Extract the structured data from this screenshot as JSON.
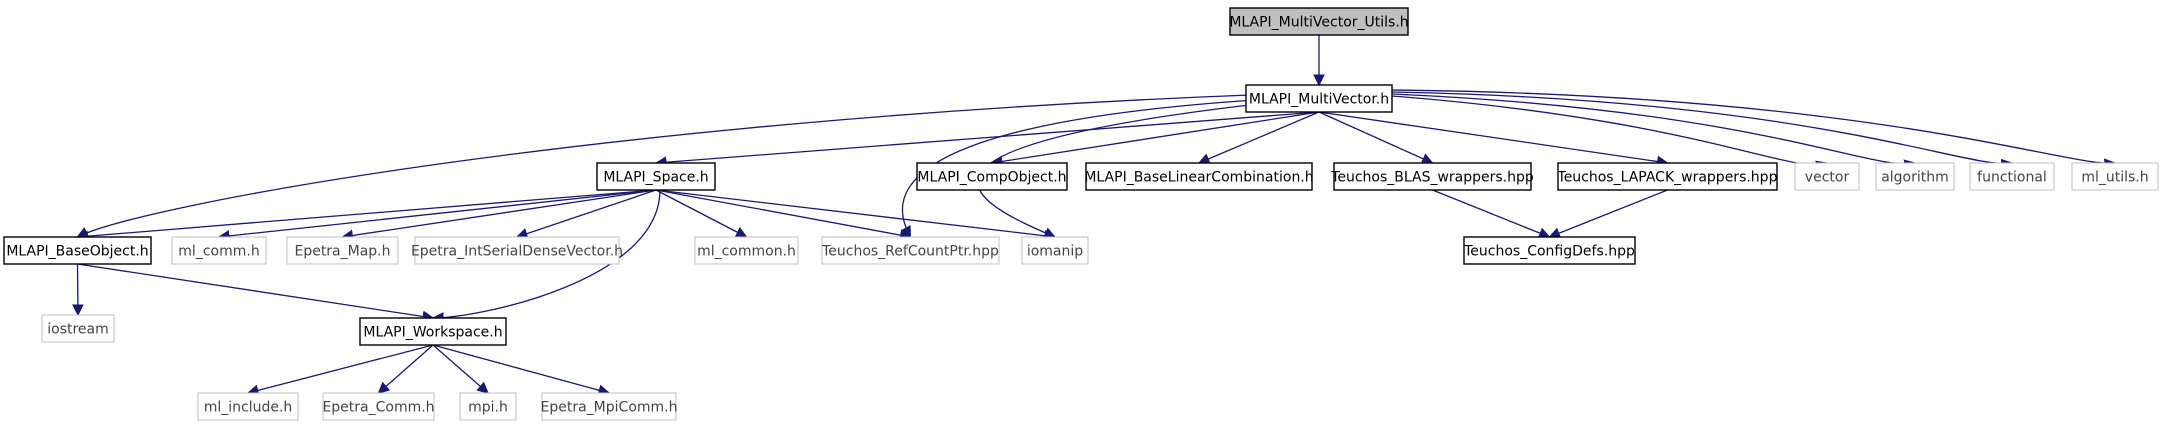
{
  "diagram": {
    "type": "include-dependency-graph",
    "colors": {
      "edge": "#191970",
      "root_fill": "#bfbfbf",
      "documented_border": "#000000",
      "external_border": "#bfbfbf",
      "text_documented": "#000000",
      "text_external": "#444444"
    },
    "nodes": [
      {
        "id": "root",
        "label": "MLAPI_MultiVector_Utils.h",
        "kind": "root"
      },
      {
        "id": "multivector",
        "label": "MLAPI_MultiVector.h",
        "kind": "documented"
      },
      {
        "id": "space",
        "label": "MLAPI_Space.h",
        "kind": "documented"
      },
      {
        "id": "compobject",
        "label": "MLAPI_CompObject.h",
        "kind": "documented"
      },
      {
        "id": "baselincomb",
        "label": "MLAPI_BaseLinearCombination.h",
        "kind": "documented"
      },
      {
        "id": "blaswrap",
        "label": "Teuchos_BLAS_wrappers.hpp",
        "kind": "documented"
      },
      {
        "id": "lapackwrap",
        "label": "Teuchos_LAPACK_wrappers.hpp",
        "kind": "documented"
      },
      {
        "id": "vector",
        "label": "vector",
        "kind": "external"
      },
      {
        "id": "algorithm",
        "label": "algorithm",
        "kind": "external"
      },
      {
        "id": "functional",
        "label": "functional",
        "kind": "external"
      },
      {
        "id": "ml_utils",
        "label": "ml_utils.h",
        "kind": "external"
      },
      {
        "id": "baseobject",
        "label": "MLAPI_BaseObject.h",
        "kind": "documented"
      },
      {
        "id": "ml_comm",
        "label": "ml_comm.h",
        "kind": "external"
      },
      {
        "id": "epetra_map",
        "label": "Epetra_Map.h",
        "kind": "external"
      },
      {
        "id": "epetra_isdv",
        "label": "Epetra_IntSerialDenseVector.h",
        "kind": "external"
      },
      {
        "id": "ml_common",
        "label": "ml_common.h",
        "kind": "external"
      },
      {
        "id": "rcp",
        "label": "Teuchos_RefCountPtr.hpp",
        "kind": "external"
      },
      {
        "id": "iomanip",
        "label": "iomanip",
        "kind": "external"
      },
      {
        "id": "configdefs",
        "label": "Teuchos_ConfigDefs.hpp",
        "kind": "documented"
      },
      {
        "id": "iostream",
        "label": "iostream",
        "kind": "external"
      },
      {
        "id": "workspace",
        "label": "MLAPI_Workspace.h",
        "kind": "documented"
      },
      {
        "id": "ml_include",
        "label": "ml_include.h",
        "kind": "external"
      },
      {
        "id": "epetra_comm",
        "label": "Epetra_Comm.h",
        "kind": "external"
      },
      {
        "id": "mpi",
        "label": "mpi.h",
        "kind": "external"
      },
      {
        "id": "epetra_mpicomm",
        "label": "Epetra_MpiComm.h",
        "kind": "external"
      }
    ],
    "edges": [
      [
        "root",
        "multivector"
      ],
      [
        "multivector",
        "baseobject"
      ],
      [
        "multivector",
        "space"
      ],
      [
        "multivector",
        "rcp"
      ],
      [
        "multivector",
        "iomanip"
      ],
      [
        "multivector",
        "compobject"
      ],
      [
        "multivector",
        "baselincomb"
      ],
      [
        "multivector",
        "blaswrap"
      ],
      [
        "multivector",
        "lapackwrap"
      ],
      [
        "multivector",
        "vector"
      ],
      [
        "multivector",
        "algorithm"
      ],
      [
        "multivector",
        "functional"
      ],
      [
        "multivector",
        "ml_utils"
      ],
      [
        "space",
        "baseobject"
      ],
      [
        "space",
        "ml_comm"
      ],
      [
        "space",
        "epetra_map"
      ],
      [
        "space",
        "epetra_isdv"
      ],
      [
        "space",
        "ml_common"
      ],
      [
        "space",
        "rcp"
      ],
      [
        "space",
        "iomanip"
      ],
      [
        "space",
        "workspace"
      ],
      [
        "blaswrap",
        "configdefs"
      ],
      [
        "lapackwrap",
        "configdefs"
      ],
      [
        "baseobject",
        "iostream"
      ],
      [
        "baseobject",
        "workspace"
      ],
      [
        "workspace",
        "ml_include"
      ],
      [
        "workspace",
        "epetra_comm"
      ],
      [
        "workspace",
        "mpi"
      ],
      [
        "workspace",
        "epetra_mpicomm"
      ]
    ]
  }
}
